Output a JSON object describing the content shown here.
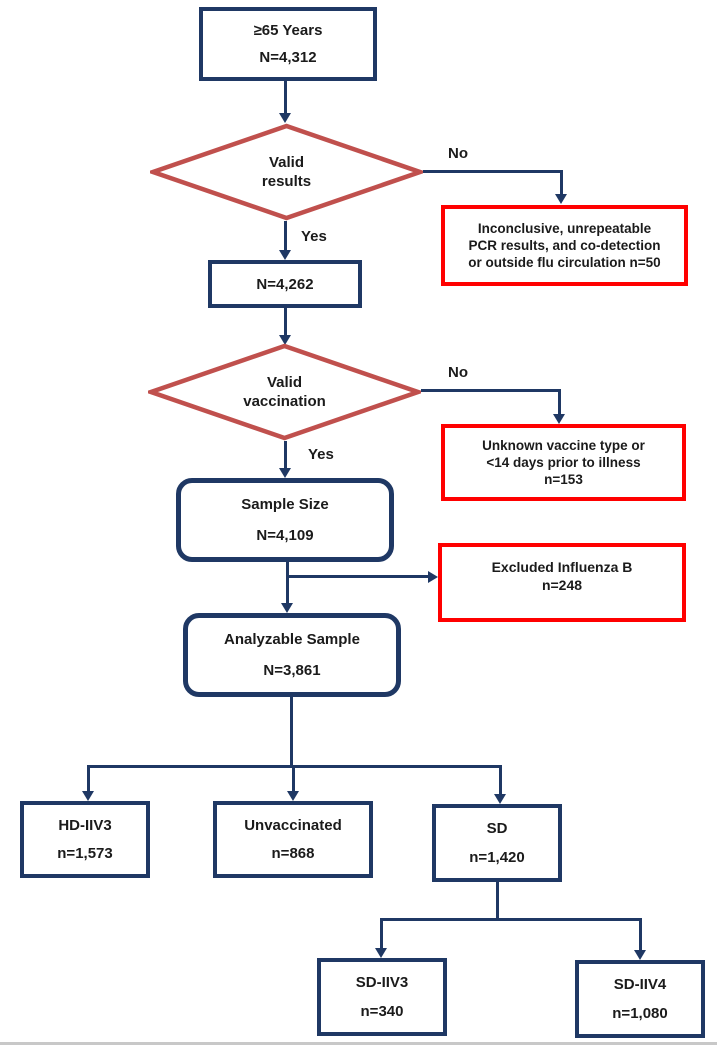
{
  "nodes": {
    "age": {
      "title": "≥65 Years",
      "count": "N=4,312"
    },
    "valid_results": {
      "line1": "Valid",
      "line2": "results"
    },
    "excluded_pcr": {
      "line1": "Inconclusive, unrepeatable",
      "line2": "PCR results, and co-detection",
      "line3": "or outside flu circulation n=50"
    },
    "valid_results_n": {
      "count": "N=4,262"
    },
    "valid_vaccination": {
      "line1": "Valid",
      "line2": "vaccination"
    },
    "excluded_vaccine": {
      "line1": "Unknown vaccine type or",
      "line2": "<14 days prior to illness",
      "line3": "n=153"
    },
    "sample_size": {
      "title": "Sample Size",
      "count": "N=4,109"
    },
    "excluded_flu_b": {
      "line1": "Excluded Influenza B",
      "line2": "n=248"
    },
    "analyzable": {
      "title": "Analyzable Sample",
      "count": "N=3,861"
    },
    "hd_iiv3": {
      "title": "HD-IIV3",
      "count": "n=1,573"
    },
    "unvaccinated": {
      "title": "Unvaccinated",
      "count": "n=868"
    },
    "sd": {
      "title": "SD",
      "count": "n=1,420"
    },
    "sd_iiv3": {
      "title": "SD-IIV3",
      "count": "n=340"
    },
    "sd_iiv4": {
      "title": "SD-IIV4",
      "count": "n=1,080"
    }
  },
  "edge_labels": {
    "valid_results_yes": "Yes",
    "valid_results_no": "No",
    "valid_vaccination_yes": "Yes",
    "valid_vaccination_no": "No"
  },
  "colors": {
    "line": "#1f3864",
    "box_border": "#1f3864",
    "decision_border": "#c0504d",
    "exclusion_border": "#ff0000",
    "text": "#1b1b1b",
    "divider": "#c8c8c8"
  }
}
